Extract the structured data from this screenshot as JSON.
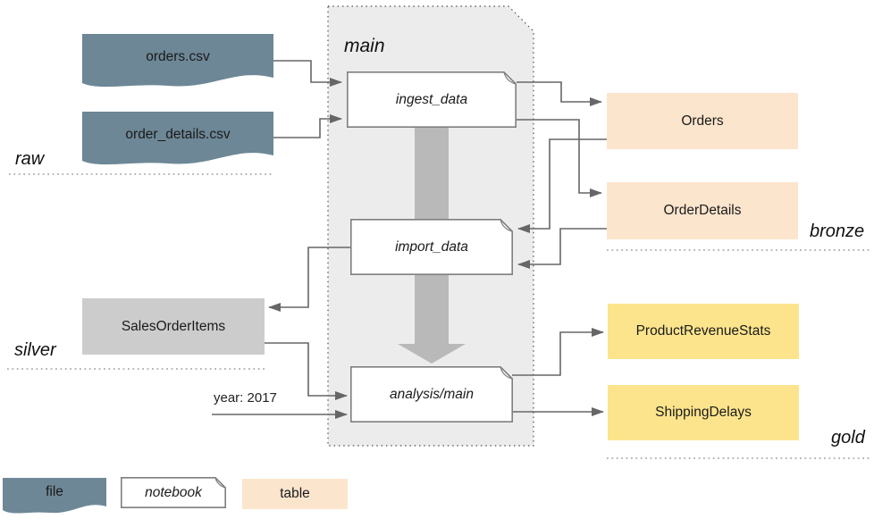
{
  "diagram": {
    "container": {
      "label": "main"
    },
    "nodes": {
      "orders_csv": "orders.csv",
      "order_details_csv": "order_details.csv",
      "ingest_data": "ingest_data",
      "import_data": "import_data",
      "analysis_main": "analysis/main",
      "orders": "Orders",
      "order_details": "OrderDetails",
      "sales_order_items": "SalesOrderItems",
      "product_revenue_stats": "ProductRevenueStats",
      "shipping_delays": "ShippingDelays"
    },
    "layer_labels": {
      "raw": "raw",
      "bronze": "bronze",
      "silver": "silver",
      "gold": "gold"
    },
    "parameter_label": "year: 2017",
    "legend": {
      "file": "file",
      "notebook": "notebook",
      "table": "table"
    },
    "colors": {
      "file_fill": "#6D8796",
      "notebook_fill": "#FFFFFF",
      "notebook_border": "#7F7F7F",
      "bronze_table_fill": "#FCE5CD",
      "gold_table_fill": "#FCE48C",
      "silver_table_fill": "#CCCCCC",
      "container_fill": "#ECECEC",
      "flow_arrow_fill": "#B9B9B9",
      "connector_stroke": "#666666"
    }
  }
}
